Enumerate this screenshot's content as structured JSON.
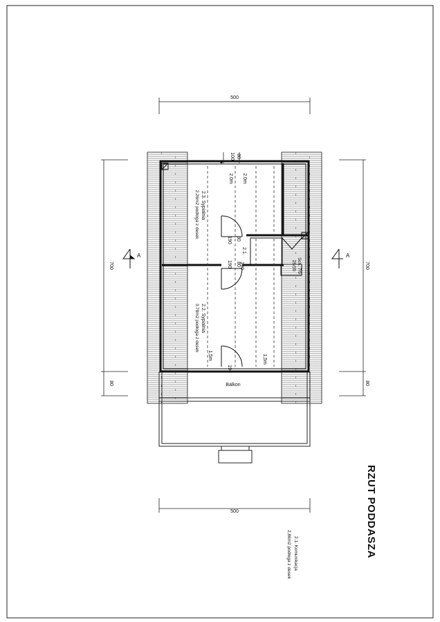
{
  "drawing": {
    "title": "RZUT PODDASZA",
    "dims": {
      "top_width": "500",
      "bottom_width": "500",
      "left_height": "700",
      "right_height": "700",
      "left_balcony": "80",
      "right_balcony": "80",
      "small_100": "100",
      "small_80_top": "80",
      "door_80_upper": "80",
      "door_190_upper": "190",
      "door_80_lower": "80",
      "door_190_lower": "190",
      "stair_190": "190",
      "door_190_bottom": "190"
    },
    "heights": {
      "h_2m_a": "2.0m",
      "h_2m_b": "2.0m",
      "h_15_left": "1,5m",
      "h_15_right": "1,5m"
    },
    "section_marks": {
      "left": "A",
      "right": "A"
    },
    "rooms": {
      "bedroom1_name": "2.3. Sypialnia",
      "bedroom1_area": "2.26m2  podłoga z desek",
      "bedroom2_name": "2.2. Sypialnia",
      "bedroom2_area": "3.78m2  podłoga z desek",
      "comm_code": "2.1.",
      "stair_label": "Sch. 7/9",
      "stair_size": "25/30",
      "balcony": "Balkon"
    },
    "legend": {
      "name": "2.1. Komunikacja",
      "area": "2,86m2  podłoga z desek"
    }
  }
}
